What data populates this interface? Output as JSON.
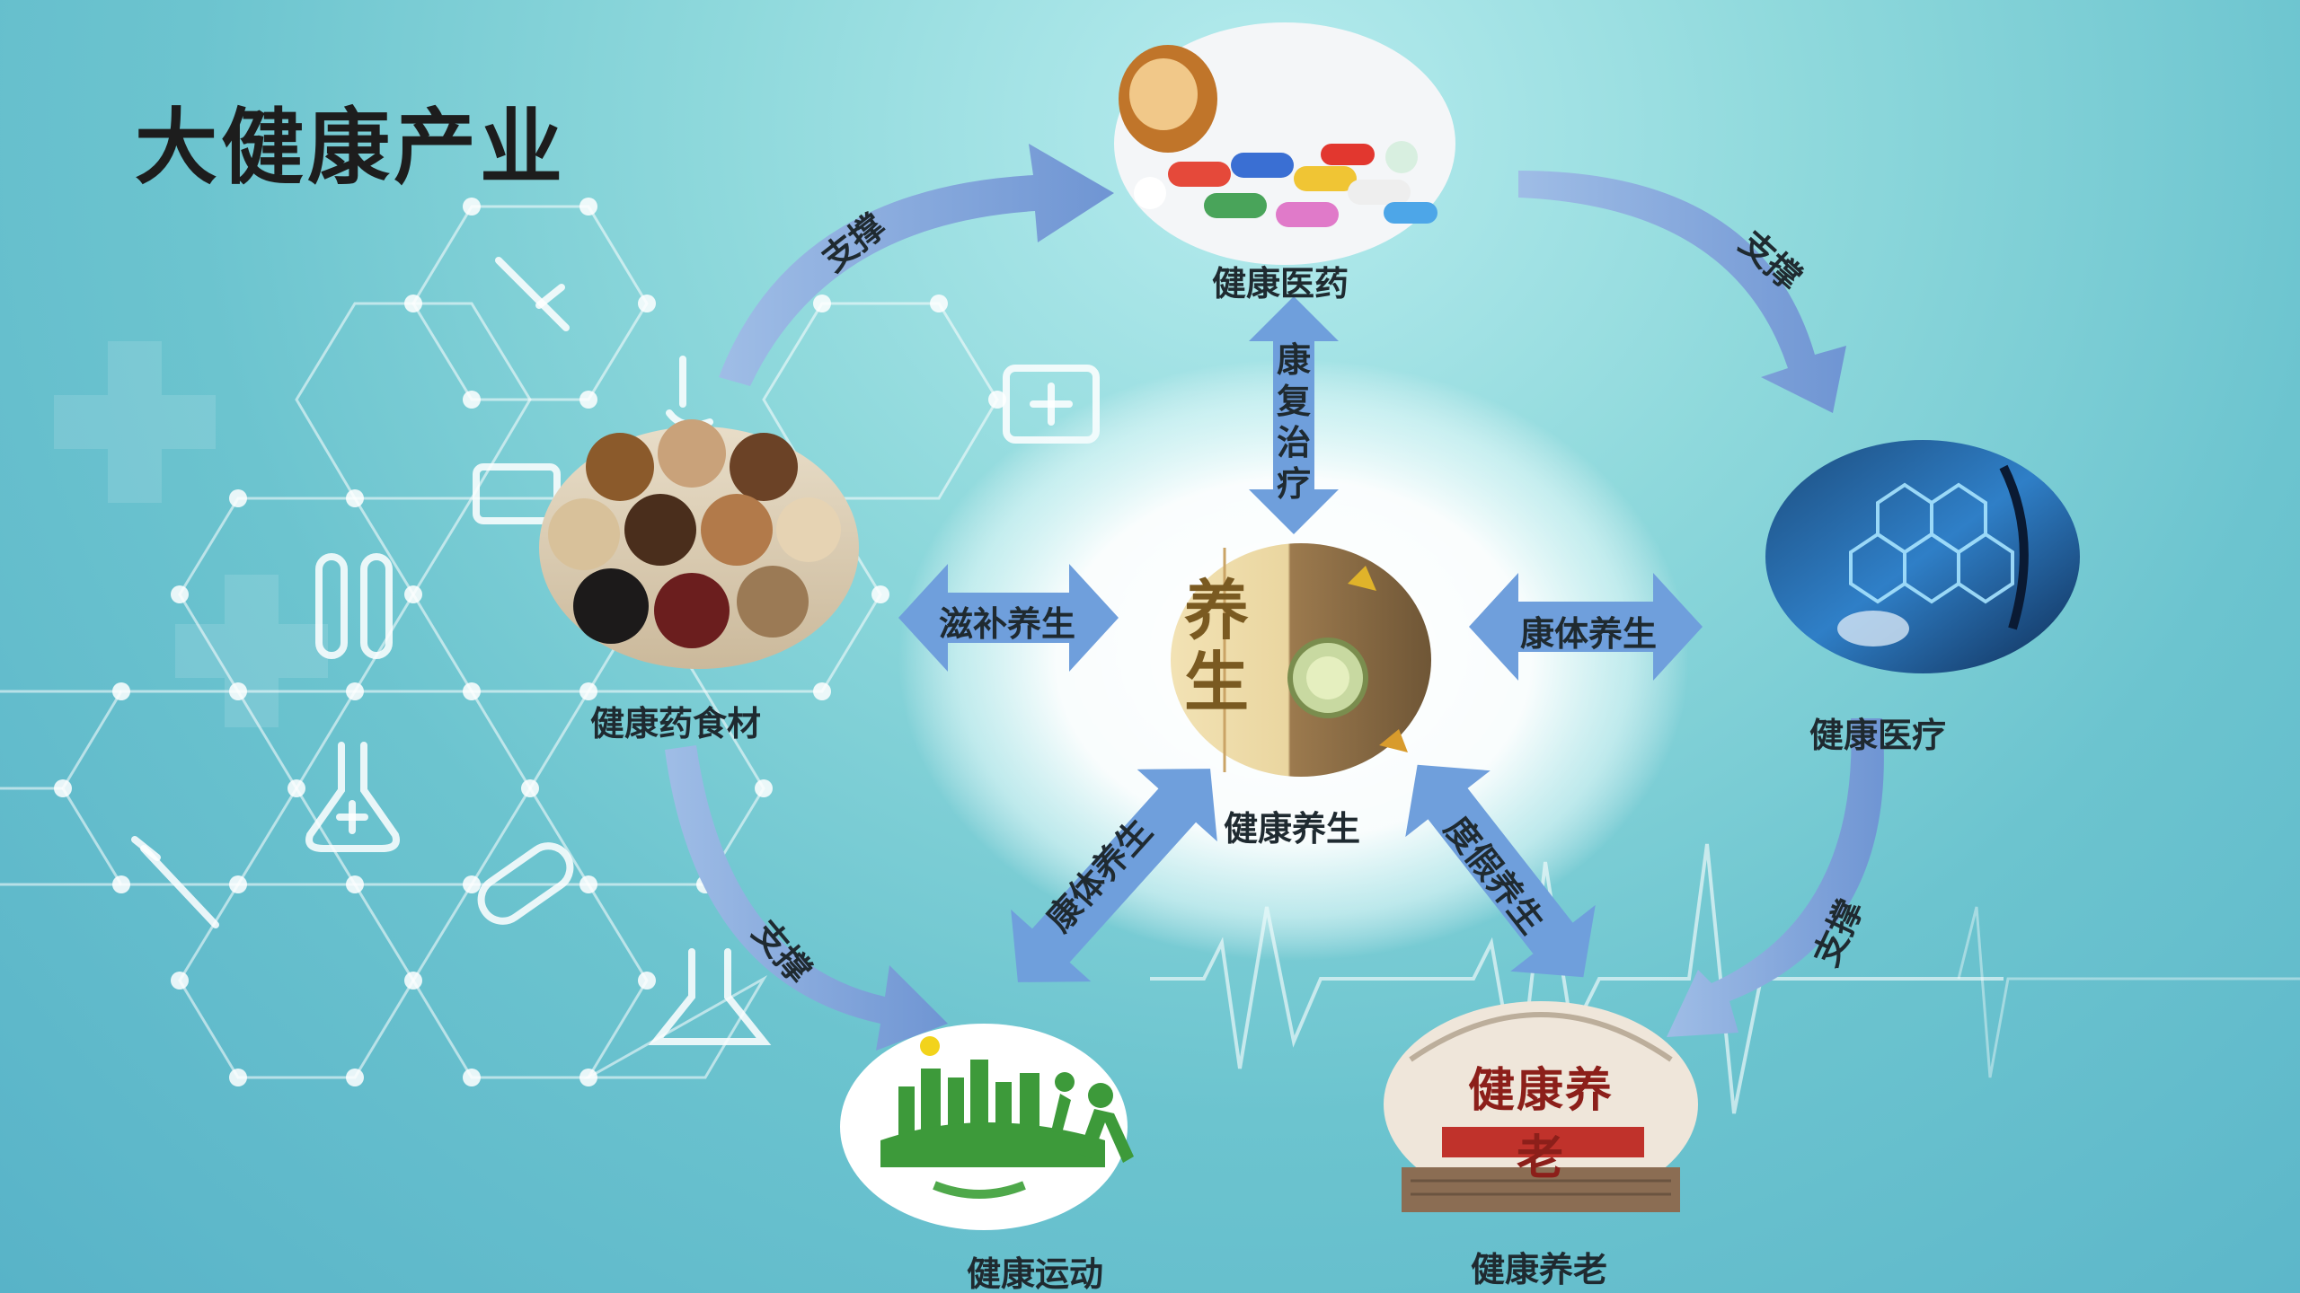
{
  "title": "大健康产业",
  "center": {
    "label": "健康养生",
    "badge_text": "养生"
  },
  "nodes": {
    "medicine": "健康医药",
    "materials": "健康药食材",
    "medical": "健康医疗",
    "sports": "健康运动",
    "elderly": "健康养老"
  },
  "elderly_sign": {
    "text": "健康养老"
  },
  "outer_arrows": {
    "support_1": "支撑",
    "support_2": "支撑",
    "support_3": "支撑",
    "support_4": "支撑"
  },
  "inner_arrows": {
    "rehab": "康复治疗",
    "nourish": "滋补养生",
    "body": "康体养生",
    "sports_body": "康体养生",
    "vacation": "度假养生"
  },
  "colors": {
    "arrow_blue": "#7fa6d9",
    "arrow_inner": "#6f9fdc",
    "title": "#1d1d1d",
    "label": "#1f2a30"
  }
}
